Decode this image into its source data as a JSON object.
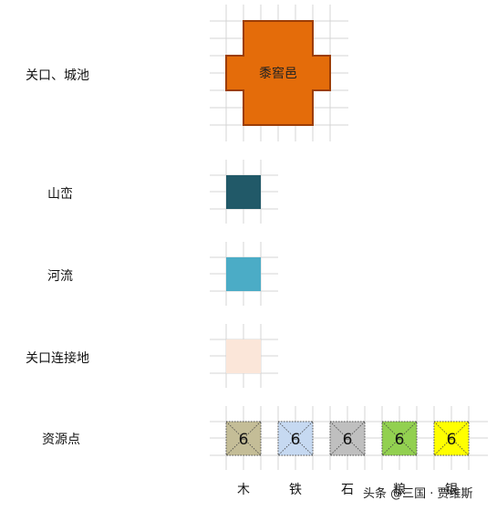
{
  "rows": {
    "city": {
      "label": "关口、城池",
      "name": "黍窖邑",
      "fill": "#E46C0A",
      "border": "#9C3D06"
    },
    "mountain": {
      "label": "山峦",
      "color": "#215968"
    },
    "river": {
      "label": "河流",
      "color": "#4BACC6"
    },
    "pass_land": {
      "label": "关口连接地",
      "color": "#FBE6D9"
    },
    "resources": {
      "label": "资源点",
      "items": [
        {
          "name": "木",
          "level": "6",
          "color": "#C4BD97"
        },
        {
          "name": "铁",
          "level": "6",
          "color": "#C6D9F1"
        },
        {
          "name": "石",
          "level": "6",
          "color": "#BFBFBF"
        },
        {
          "name": "粮",
          "level": "6",
          "color": "#92D050"
        },
        {
          "name": "银",
          "level": "6",
          "color": "#FFFF00"
        }
      ]
    }
  },
  "watermark": "头条 @三国 · 贾维斯"
}
